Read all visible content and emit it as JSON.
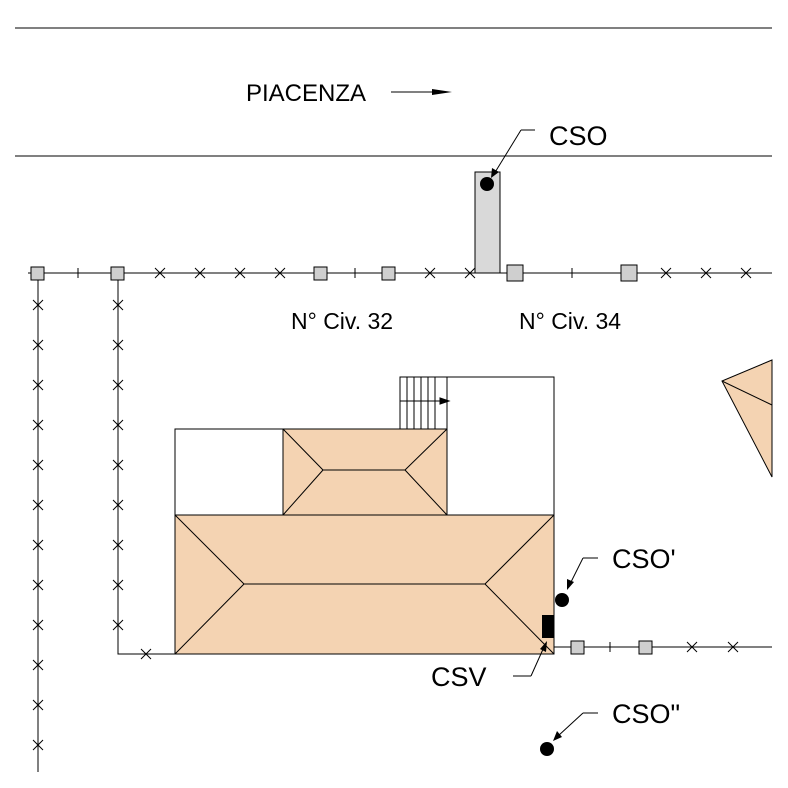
{
  "street": {
    "name": "PIACENZA"
  },
  "civics": {
    "left": "N° Civ. 32",
    "right": "N° Civ. 34"
  },
  "points": {
    "cso": "CSO",
    "cso_prime": "CSO'",
    "cso_double": "CSO\"",
    "csv": "CSV"
  },
  "colors": {
    "roof": "#f4d3b2",
    "pole": "#d9d9d9",
    "post": "#cfcfcf",
    "ink": "#000000"
  }
}
